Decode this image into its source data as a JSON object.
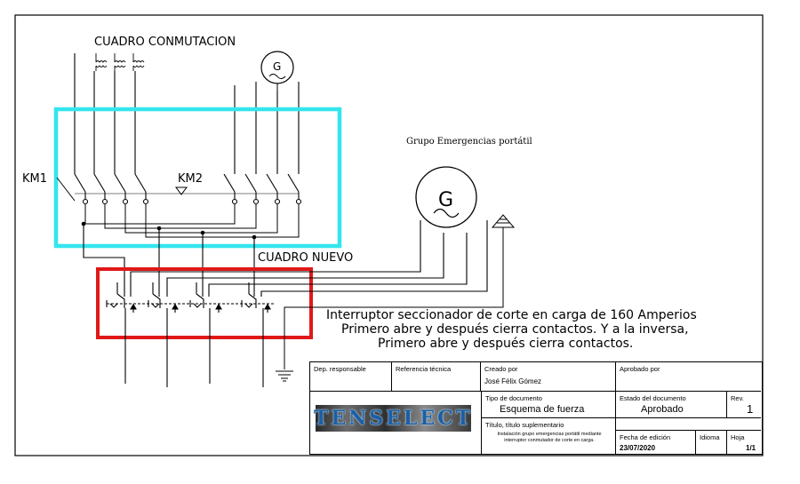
{
  "labels": {
    "cuadro_conmutacion": "CUADRO CONMUTACION",
    "km1": "KM1",
    "km2": "KM2",
    "cuadro_nuevo": "CUADRO NUEVO",
    "grupo": "Grupo Emergencias portátil",
    "gen_small": "G",
    "gen_large": "G"
  },
  "description": {
    "line1": "Interruptor seccionador de corte en carga de 160 Amperios",
    "line2": "Primero abre y después cierra contactos. Y a la inversa,",
    "line3": "Primero abre y después cierra contactos."
  },
  "title_block": {
    "dep_responsable": "Dep. responsable",
    "referencia_tecnica": "Referencia técnica",
    "creado_por_label": "Creado por",
    "creado_por": "José Félix Gómez",
    "aprobado_por_label": "Aprobado por",
    "tipo_documento_label": "Tipo de documento",
    "tipo_documento": "Esquema de fuerza",
    "estado_label": "Estado del documento",
    "estado": "Aprobado",
    "rev_label": "Rev.",
    "rev": "1",
    "titulo_label": "Título, título suplementario",
    "titulo_line1": "Instalación grupo emergencias portátil mediante",
    "titulo_line2": "interruptor conmutador de corte en carga.",
    "fecha_label": "Fecha de edición",
    "fecha": "23/07/2020",
    "idioma_label": "Idioma",
    "hoja_label": "Hoja",
    "hoja": "1/1",
    "logo_text": "TENSELECT"
  },
  "colors": {
    "cuadro_conmutacion_box": "#33e6ee",
    "cuadro_nuevo_box": "#e01818",
    "line": "#000000"
  }
}
